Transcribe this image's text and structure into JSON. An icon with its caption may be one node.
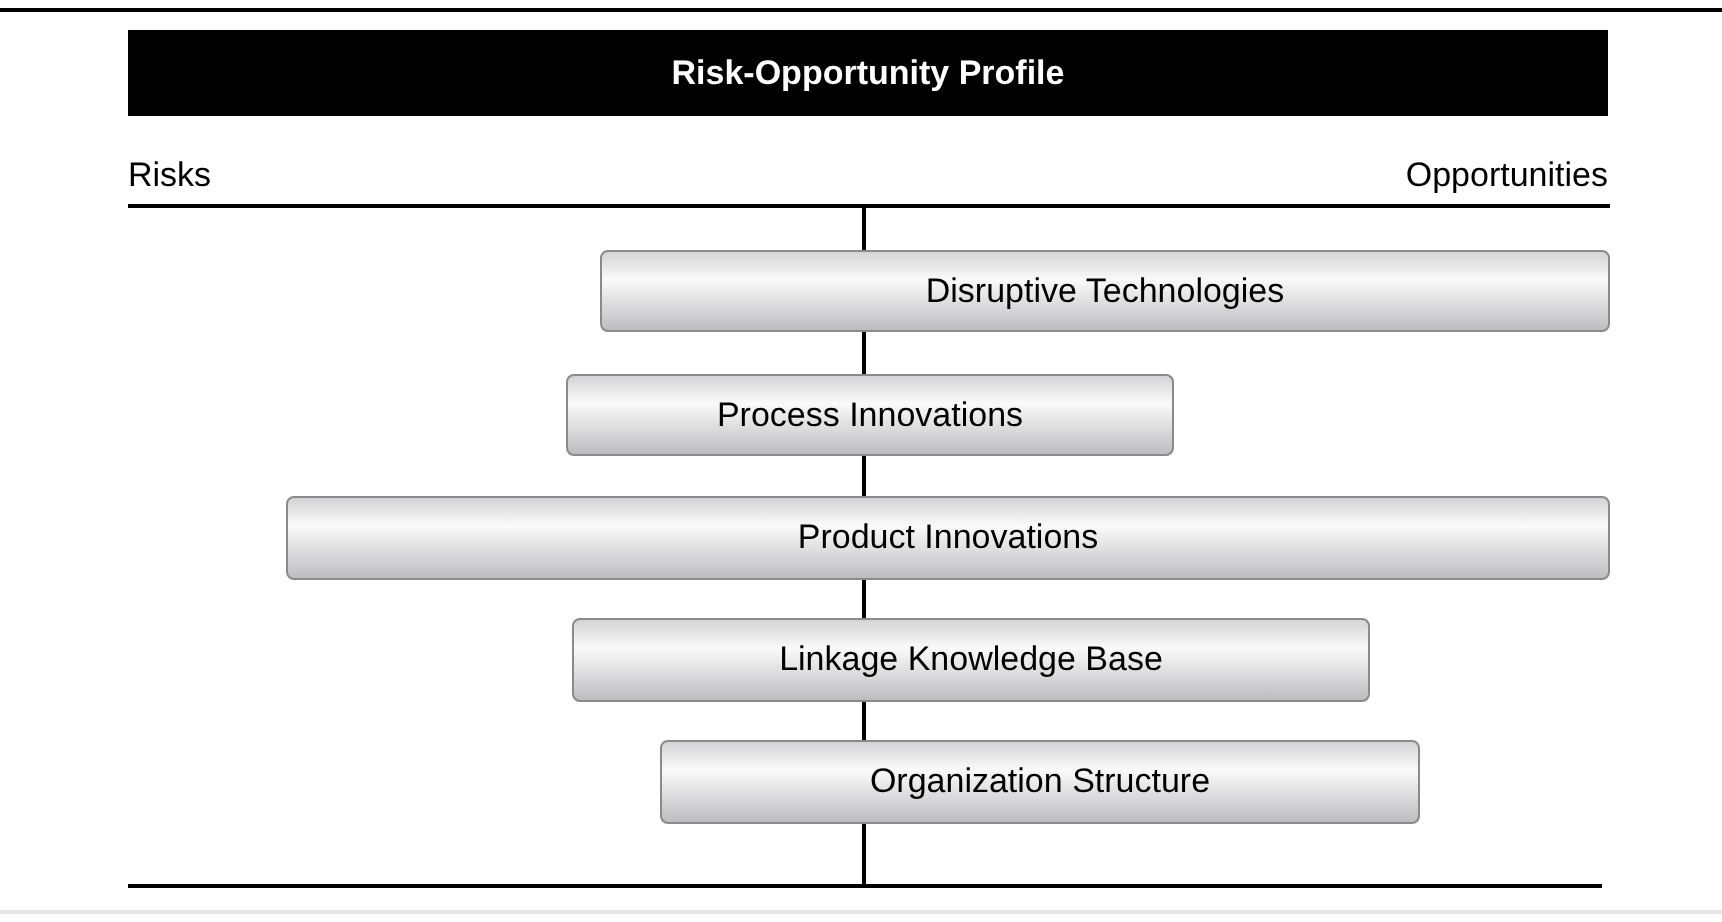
{
  "diagram": {
    "title": "Risk-Opportunity Profile",
    "nodes": [
      {
        "text": [
          "Disruptive Technologies"
        ]
      },
      {
        "text": [
          "Process Innovations"
        ]
      },
      {
        "text": [
          "Product Innovations"
        ]
      },
      {
        "text": [
          "Linkage Knowledge Base"
        ]
      },
      {
        "text": [
          "Organization Structure"
        ]
      }
    ],
    "labels": [
      "Risks",
      "Opportunities"
    ]
  }
}
